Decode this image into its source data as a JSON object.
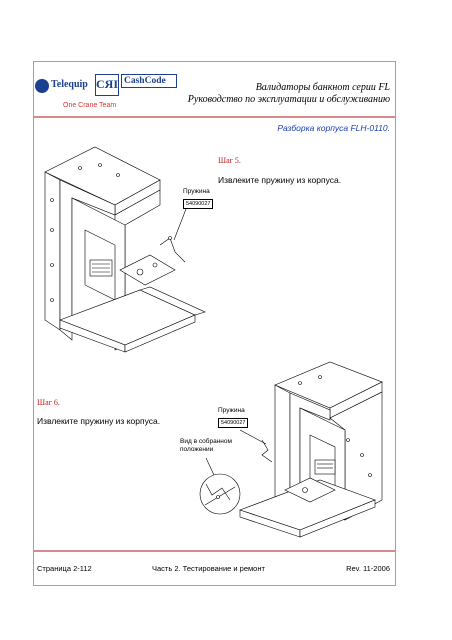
{
  "header": {
    "brand_1": "Telequip",
    "brand_box": "CЯI",
    "brand_2": "CashCode",
    "subtitle": "One Crane Team",
    "title": "Валидаторы банкнот серии FL",
    "manual": "Руководство по эксплуатации и обслуживанию"
  },
  "section": {
    "title": "Разборка корпуса FLH-0110."
  },
  "step5": {
    "label": "Шаг 5.",
    "text": "Извлеките пружину из корпуса.",
    "callout": "Пружина",
    "part_no": "54090027"
  },
  "step6": {
    "label": "Шаг 6.",
    "text": "Извлеките пружину из корпуса.",
    "callout": "Пружина",
    "part_no": "54090027",
    "assembled_view": "Вид в собранном положении"
  },
  "footer": {
    "page": "Страница 2-112",
    "part": "Часть 2. Тестирование и ремонт",
    "rev": "Rev. 11-2006"
  },
  "colors": {
    "border": "#d88a8a",
    "brand": "#1d3f8f",
    "step_label": "#c0221c",
    "section_title": "#1a3fb0"
  }
}
